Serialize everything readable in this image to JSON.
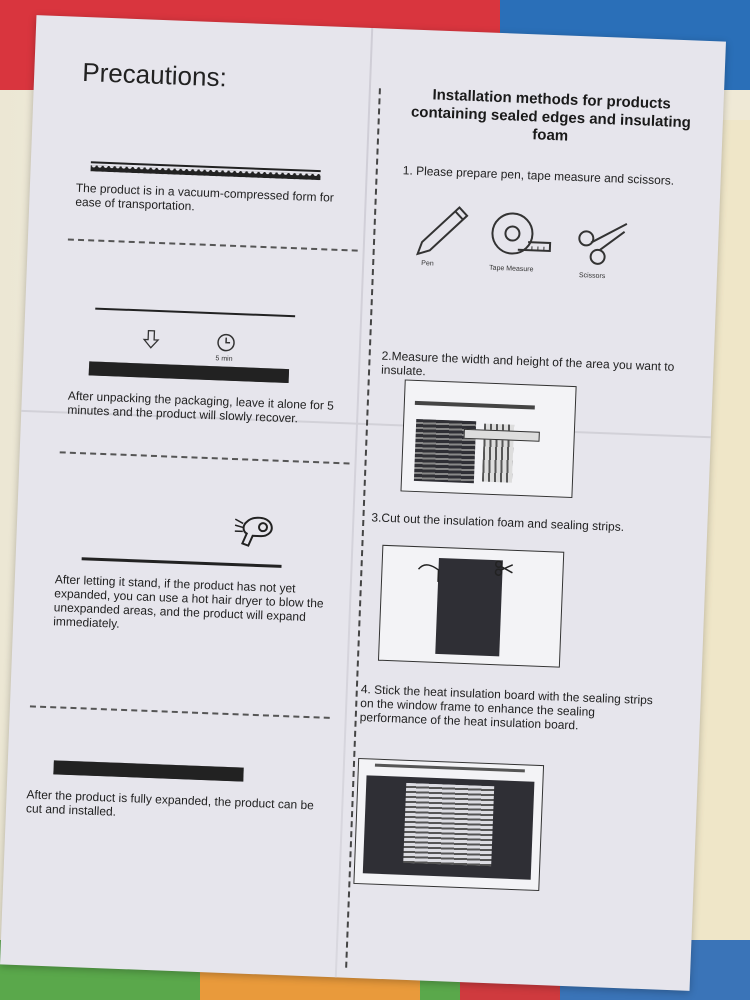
{
  "left": {
    "title": "Precautions:",
    "step1": "The product is in a vacuum-compressed form for ease of transportation.",
    "step2": "After unpacking the packaging, leave it alone for 5 minutes and the product will slowly recover.",
    "timer_label": "5 min",
    "step3": "After letting it stand, if the product has not yet expanded, you can use a hot hair dryer to blow the unexpanded areas, and the product will expand immediately.",
    "step4": "After the product is fully expanded, the product can be cut and installed."
  },
  "right": {
    "title": "Installation methods for products containing sealed edges and insulating foam",
    "step1": "1. Please prepare pen, tape measure and scissors.",
    "tools": [
      "Pen",
      "Tape Measure",
      "Scissors"
    ],
    "step2": "2.Measure the width and height of the area you want to insulate.",
    "step3": "3.Cut out the insulation foam and sealing strips.",
    "step4": "4. Stick the heat insulation board with the sealing strips on the window frame to enhance the sealing performance of the heat insulation board."
  },
  "colors": {
    "paper": "#e6e5ec",
    "ink": "#222222",
    "mat_red": "#d9353e",
    "mat_blue": "#2a6fb8",
    "mat_green": "#5aa84b"
  }
}
